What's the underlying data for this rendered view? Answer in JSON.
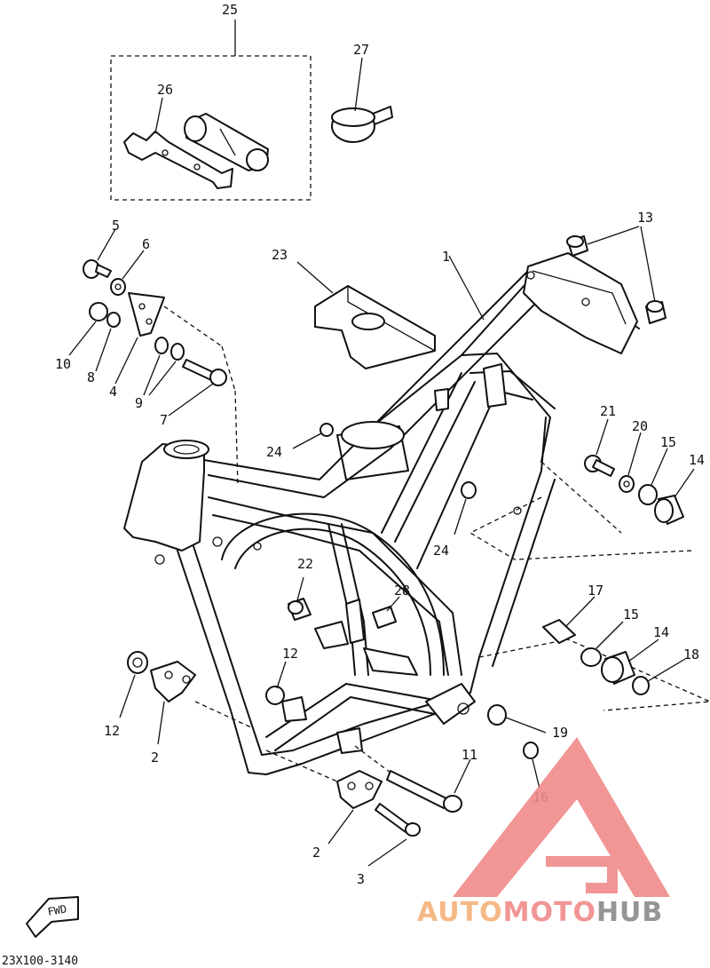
{
  "diagram": {
    "part_numbers": [
      "1",
      "2",
      "2",
      "3",
      "4",
      "5",
      "6",
      "7",
      "8",
      "9",
      "10",
      "11",
      "12",
      "12",
      "13",
      "14",
      "14",
      "15",
      "15",
      "16",
      "17",
      "18",
      "19",
      "20",
      "21",
      "22",
      "23",
      "24",
      "24",
      "25",
      "26",
      "27",
      "28"
    ],
    "direction_tag": "FWD",
    "drawing_code": "23X100-3140"
  },
  "watermark": {
    "brand_part1": "AUTO",
    "brand_part2": "MOTO",
    "brand_part3": "HUB",
    "colors": {
      "accent": "#f08a8a",
      "orange": "#f5b27a",
      "gray": "#8a8a8a"
    }
  }
}
